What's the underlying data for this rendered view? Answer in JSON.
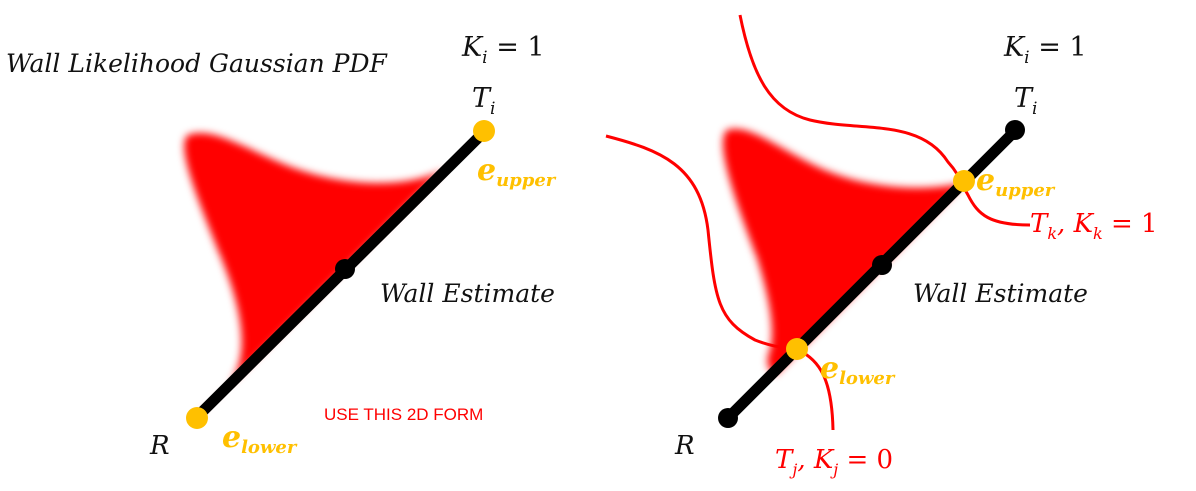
{
  "colors": {
    "pdf_red": "#ff0000",
    "wall_black": "#000000",
    "endpoint_yellow": "#ffc000",
    "curve_red": "#ff0000",
    "note_red": "#ff0000",
    "text_black": "#111111"
  },
  "left_panel": {
    "title": "Wall Likelihood Gaussian PDF",
    "k_label": "K",
    "k_sub": "i",
    "k_value": " = 1",
    "t_label": "T",
    "t_sub": "i",
    "r_label": "R",
    "wall_estimate": "Wall Estimate",
    "e_upper": "e",
    "e_upper_sub": "upper",
    "e_lower": "e",
    "e_lower_sub": "lower",
    "note": "USE THIS 2D FORM"
  },
  "right_panel": {
    "k_label": "K",
    "k_sub": "i",
    "k_value": " = 1",
    "t_label": "T",
    "t_sub": "i",
    "r_label": "R",
    "wall_estimate": "Wall Estimate",
    "e_upper": "e",
    "e_upper_sub": "upper",
    "e_lower": "e",
    "e_lower_sub": "lower",
    "tk_label": "T",
    "tk_sub": "k",
    "tk_k": ", K",
    "tk_k_sub": "k",
    "tk_value": " = 1",
    "tj_label": "T",
    "tj_sub": "j",
    "tj_k": ", K",
    "tj_k_sub": "j",
    "tj_value": " = 0"
  }
}
